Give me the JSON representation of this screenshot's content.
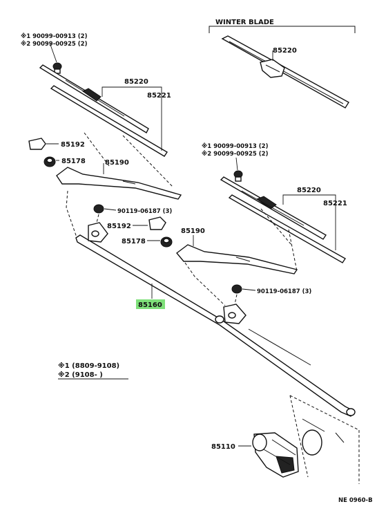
{
  "labels": {
    "winter_blade": "WINTER BLADE",
    "p85220_winter": "85220",
    "note_a_line1": "※1 90099-00913 (2)",
    "note_a_line2": "※2 90099-00925 (2)",
    "p85220_left": "85220",
    "p85221_left": "85221",
    "p85192_left": "85192",
    "p85178_left": "85178",
    "p85190_left": "85190",
    "p90119_left": "90119-06187 (3)",
    "p85192_mid": "85192",
    "p85178_mid": "85178",
    "note_b_line1": "※1 90099-00913 (2)",
    "note_b_line2": "※2 90099-00925 (2)",
    "p85220_right": "85220",
    "p85221_right": "85221",
    "p85190_right": "85190",
    "p90119_right": "90119-06187 (3)",
    "p85160": "85160",
    "legend_1": "※1 (8809-9108)",
    "legend_2": "※2 (9108-      )",
    "p85110": "85110",
    "figure_code": "NE 0960-B"
  },
  "colors": {
    "highlight": "#7fe07a",
    "ink": "#111111",
    "background": "#ffffff"
  }
}
